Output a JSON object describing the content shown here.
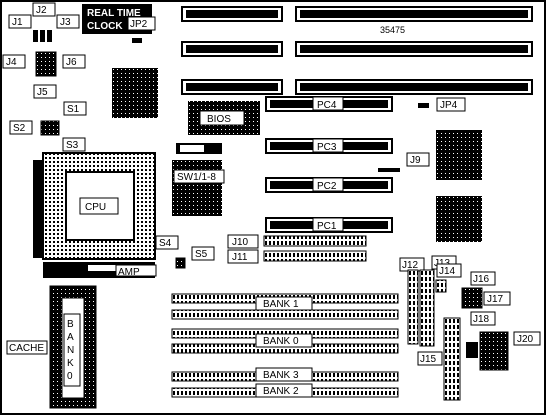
{
  "board_number": "35475",
  "rtc_label": [
    "REAL TIME",
    "CLOCK"
  ],
  "bios_label": "BIOS",
  "amp_label": "AMP",
  "cpu_label": "CPU",
  "cache_label": "CACHE",
  "bank0_vertical": [
    "B",
    "A",
    "N",
    "K",
    "0"
  ],
  "switch_label": "SW1/1-8",
  "slots": {
    "pc1": "PC1",
    "pc2": "PC2",
    "pc3": "PC3",
    "pc4": "PC4"
  },
  "banks": {
    "bank0": "BANK 0",
    "bank1": "BANK 1",
    "bank2": "BANK 2",
    "bank3": "BANK 3"
  },
  "jumpers": {
    "j1": "J1",
    "j2": "J2",
    "j3": "J3",
    "j4": "J4",
    "j5": "J5",
    "j6": "J6",
    "j9": "J9",
    "j10": "J10",
    "j11": "J11",
    "j12": "J12",
    "j13": "J13",
    "j14": "J14",
    "j15": "J15",
    "j16": "J16",
    "j17": "J17",
    "j18": "J18",
    "j20": "J20",
    "jp2": "JP2",
    "jp4": "JP4"
  },
  "switches": {
    "s1": "S1",
    "s2": "S2",
    "s3": "S3",
    "s4": "S4",
    "s5": "S5"
  }
}
